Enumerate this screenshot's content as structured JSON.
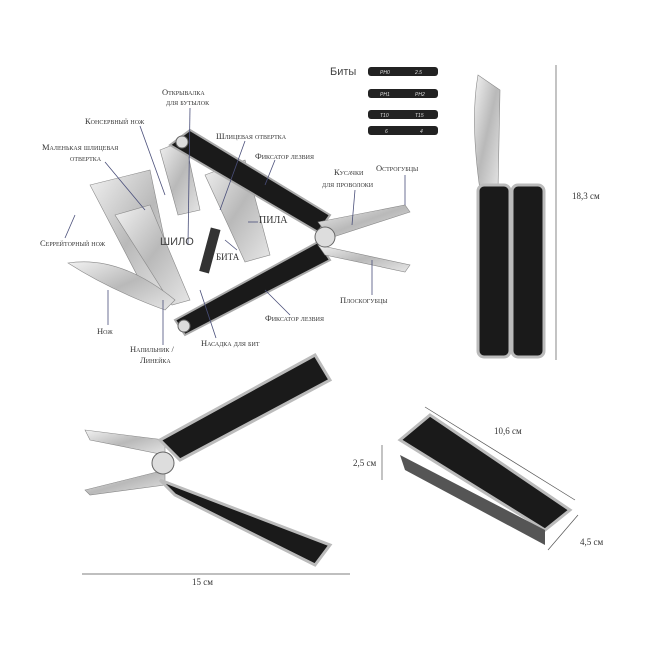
{
  "labels": {
    "bottle_opener_1": "Открывалка",
    "bottle_opener_2": "для бутылок",
    "can_opener": "Консервный нож",
    "flat_screwdriver": "Шлицевая отвертка",
    "small_flat_1": "Маленькая шлицевая",
    "small_flat_2": "отвертка",
    "blade_lock_top": "Фиксатор лезвия",
    "wire_cutter_1": "Кусачки",
    "wire_cutter_2": "для проволоки",
    "needle_nose": "Острогубцы",
    "saw": "ПИЛА",
    "awl": "ШИЛО",
    "bit": "БИТА",
    "serrated_knife": "Серрейторный нож",
    "pliers": "Плоскогубцы",
    "blade_lock_bottom": "Фиксатор лезвия",
    "knife": "Нож",
    "bit_holder": "Насадка для бит",
    "file_1": "Напильник /",
    "file_2": "Линейка",
    "bits_title": "Биты"
  },
  "bits": [
    {
      "a": "PH0",
      "b": "2.5"
    },
    {
      "a": "PH1",
      "b": "PH2"
    },
    {
      "a": "T10",
      "b": "T15"
    },
    {
      "a": "6",
      "b": "4"
    }
  ],
  "dimensions": {
    "closed_length": "18,3 см",
    "length": "10,6 см",
    "thickness": "2,5 см",
    "width": "4,5 см",
    "open_length": "15 см"
  },
  "colors": {
    "line": "#4a4f7a",
    "steel": "#c8c8c8",
    "handle": "#1a1a1a"
  }
}
